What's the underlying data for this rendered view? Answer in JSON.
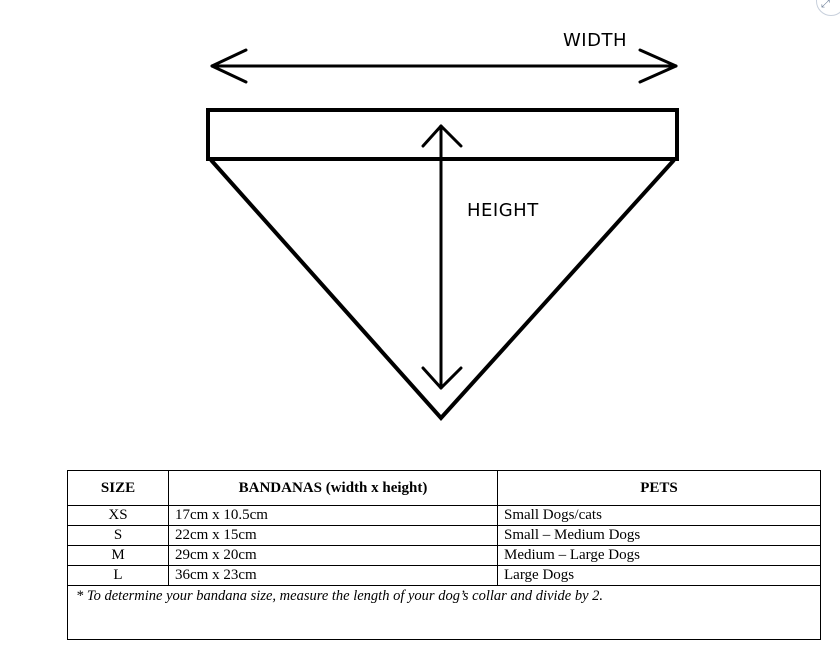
{
  "diagram": {
    "width_label": "WIDTH",
    "height_label": "HEIGHT"
  },
  "table": {
    "headers": [
      "SIZE",
      "BANDANAS (width x height)",
      "PETS"
    ],
    "rows": [
      {
        "size": "XS",
        "bandana": "17cm x 10.5cm",
        "pets": "Small Dogs/cats"
      },
      {
        "size": "S",
        "bandana": "22cm x 15cm",
        "pets": "Small – Medium Dogs"
      },
      {
        "size": "M",
        "bandana": "29cm x 20cm",
        "pets": "Medium – Large Dogs"
      },
      {
        "size": "L",
        "bandana": "36cm x 23cm",
        "pets": "Large Dogs"
      }
    ],
    "note": "* To determine your bandana size, measure the length of your dog’s collar and divide by 2."
  }
}
